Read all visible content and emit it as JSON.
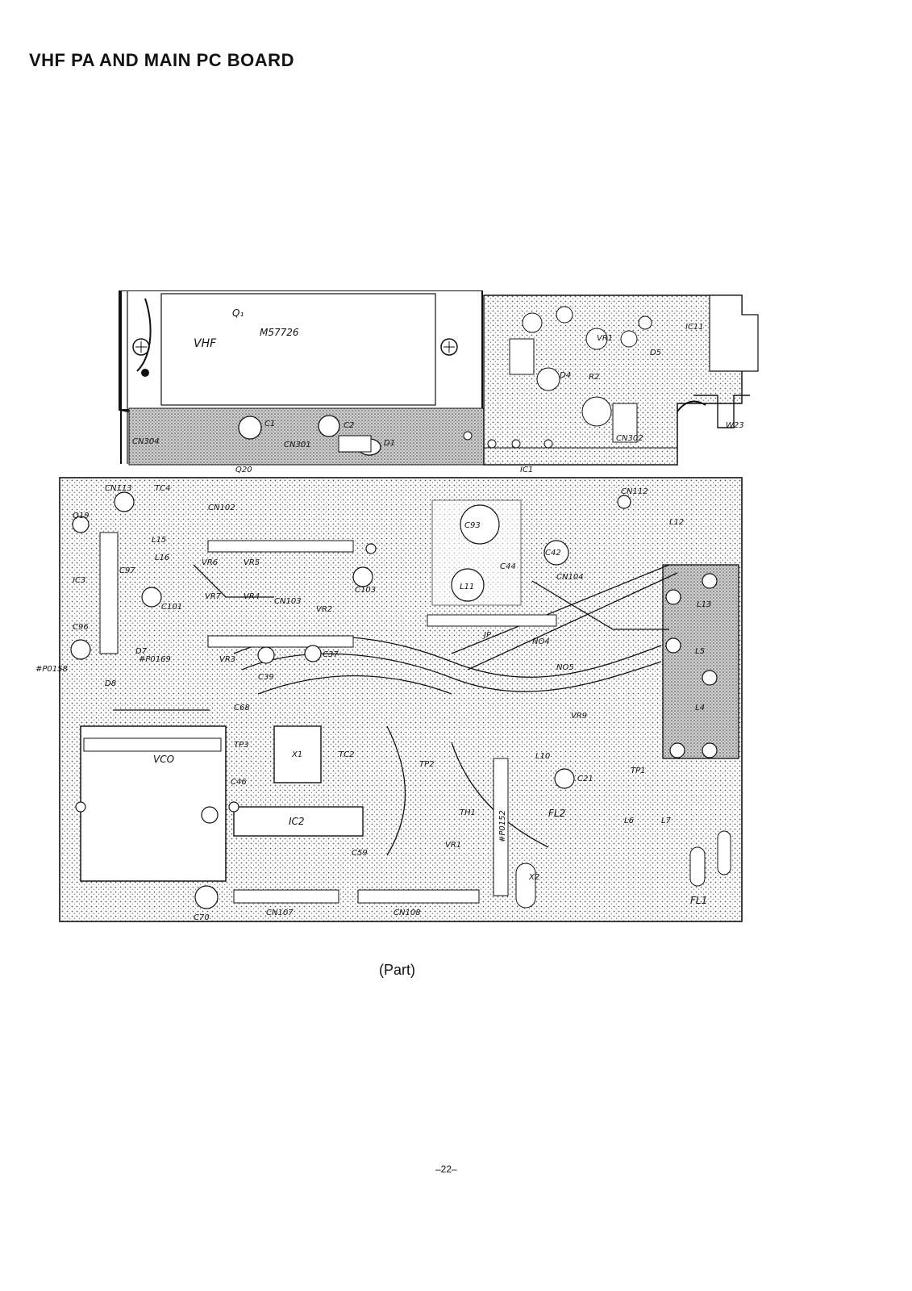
{
  "page": {
    "title": "VHF PA AND MAIN PC BOARD",
    "caption": "(Part)",
    "page_number": "–22–"
  },
  "pa_board": {
    "module_q": "Q₁",
    "module_band": "VHF",
    "module_part": "M57726",
    "labels": [
      "C1",
      "C2",
      "D1",
      "CN301",
      "CN304",
      "Q20",
      "IC1",
      "VR1",
      "R2",
      "D4",
      "D5",
      "IC11",
      "W23",
      "CN302"
    ]
  },
  "main_board": {
    "labels": [
      "CN113",
      "TC4",
      "CN102",
      "Q19",
      "L15",
      "L16",
      "C97",
      "IC3",
      "C101",
      "C96",
      "D7",
      "D8",
      "#P0158",
      "#P0169",
      "VR6",
      "VR5",
      "VR7",
      "VR4",
      "CN103",
      "VR2",
      "VR3",
      "C37",
      "C39",
      "C103",
      "C93",
      "C44",
      "C42",
      "L11",
      "CN104",
      "CN112",
      "L12",
      "L13",
      "L5",
      "L4",
      "TP1",
      "C68",
      "TP3",
      "X1",
      "TC2",
      "C46",
      "IC2",
      "C59",
      "VCO",
      "TP2",
      "VR1",
      "TH1",
      "L10",
      "C21",
      "FL2",
      "X2",
      "L6",
      "L7",
      "FL1",
      "C70",
      "CN107",
      "CN108",
      "VR9",
      "#P0152",
      "JP",
      "NO4",
      "NO5"
    ]
  }
}
